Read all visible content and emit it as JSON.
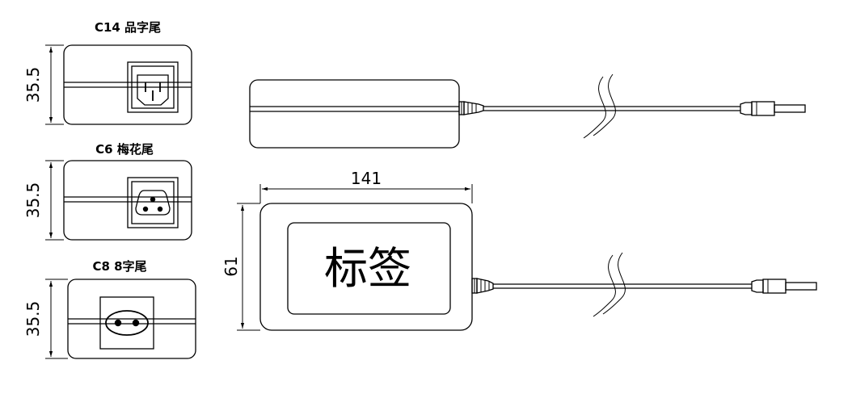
{
  "variants": [
    {
      "caption": "C14 品字尾",
      "height": "35.5"
    },
    {
      "caption": "C6 梅花尾",
      "height": "35.5"
    },
    {
      "caption": "C8 8字尾",
      "height": "35.5"
    }
  ],
  "top_view": {
    "width": "141",
    "height": "61",
    "label": "标签"
  }
}
